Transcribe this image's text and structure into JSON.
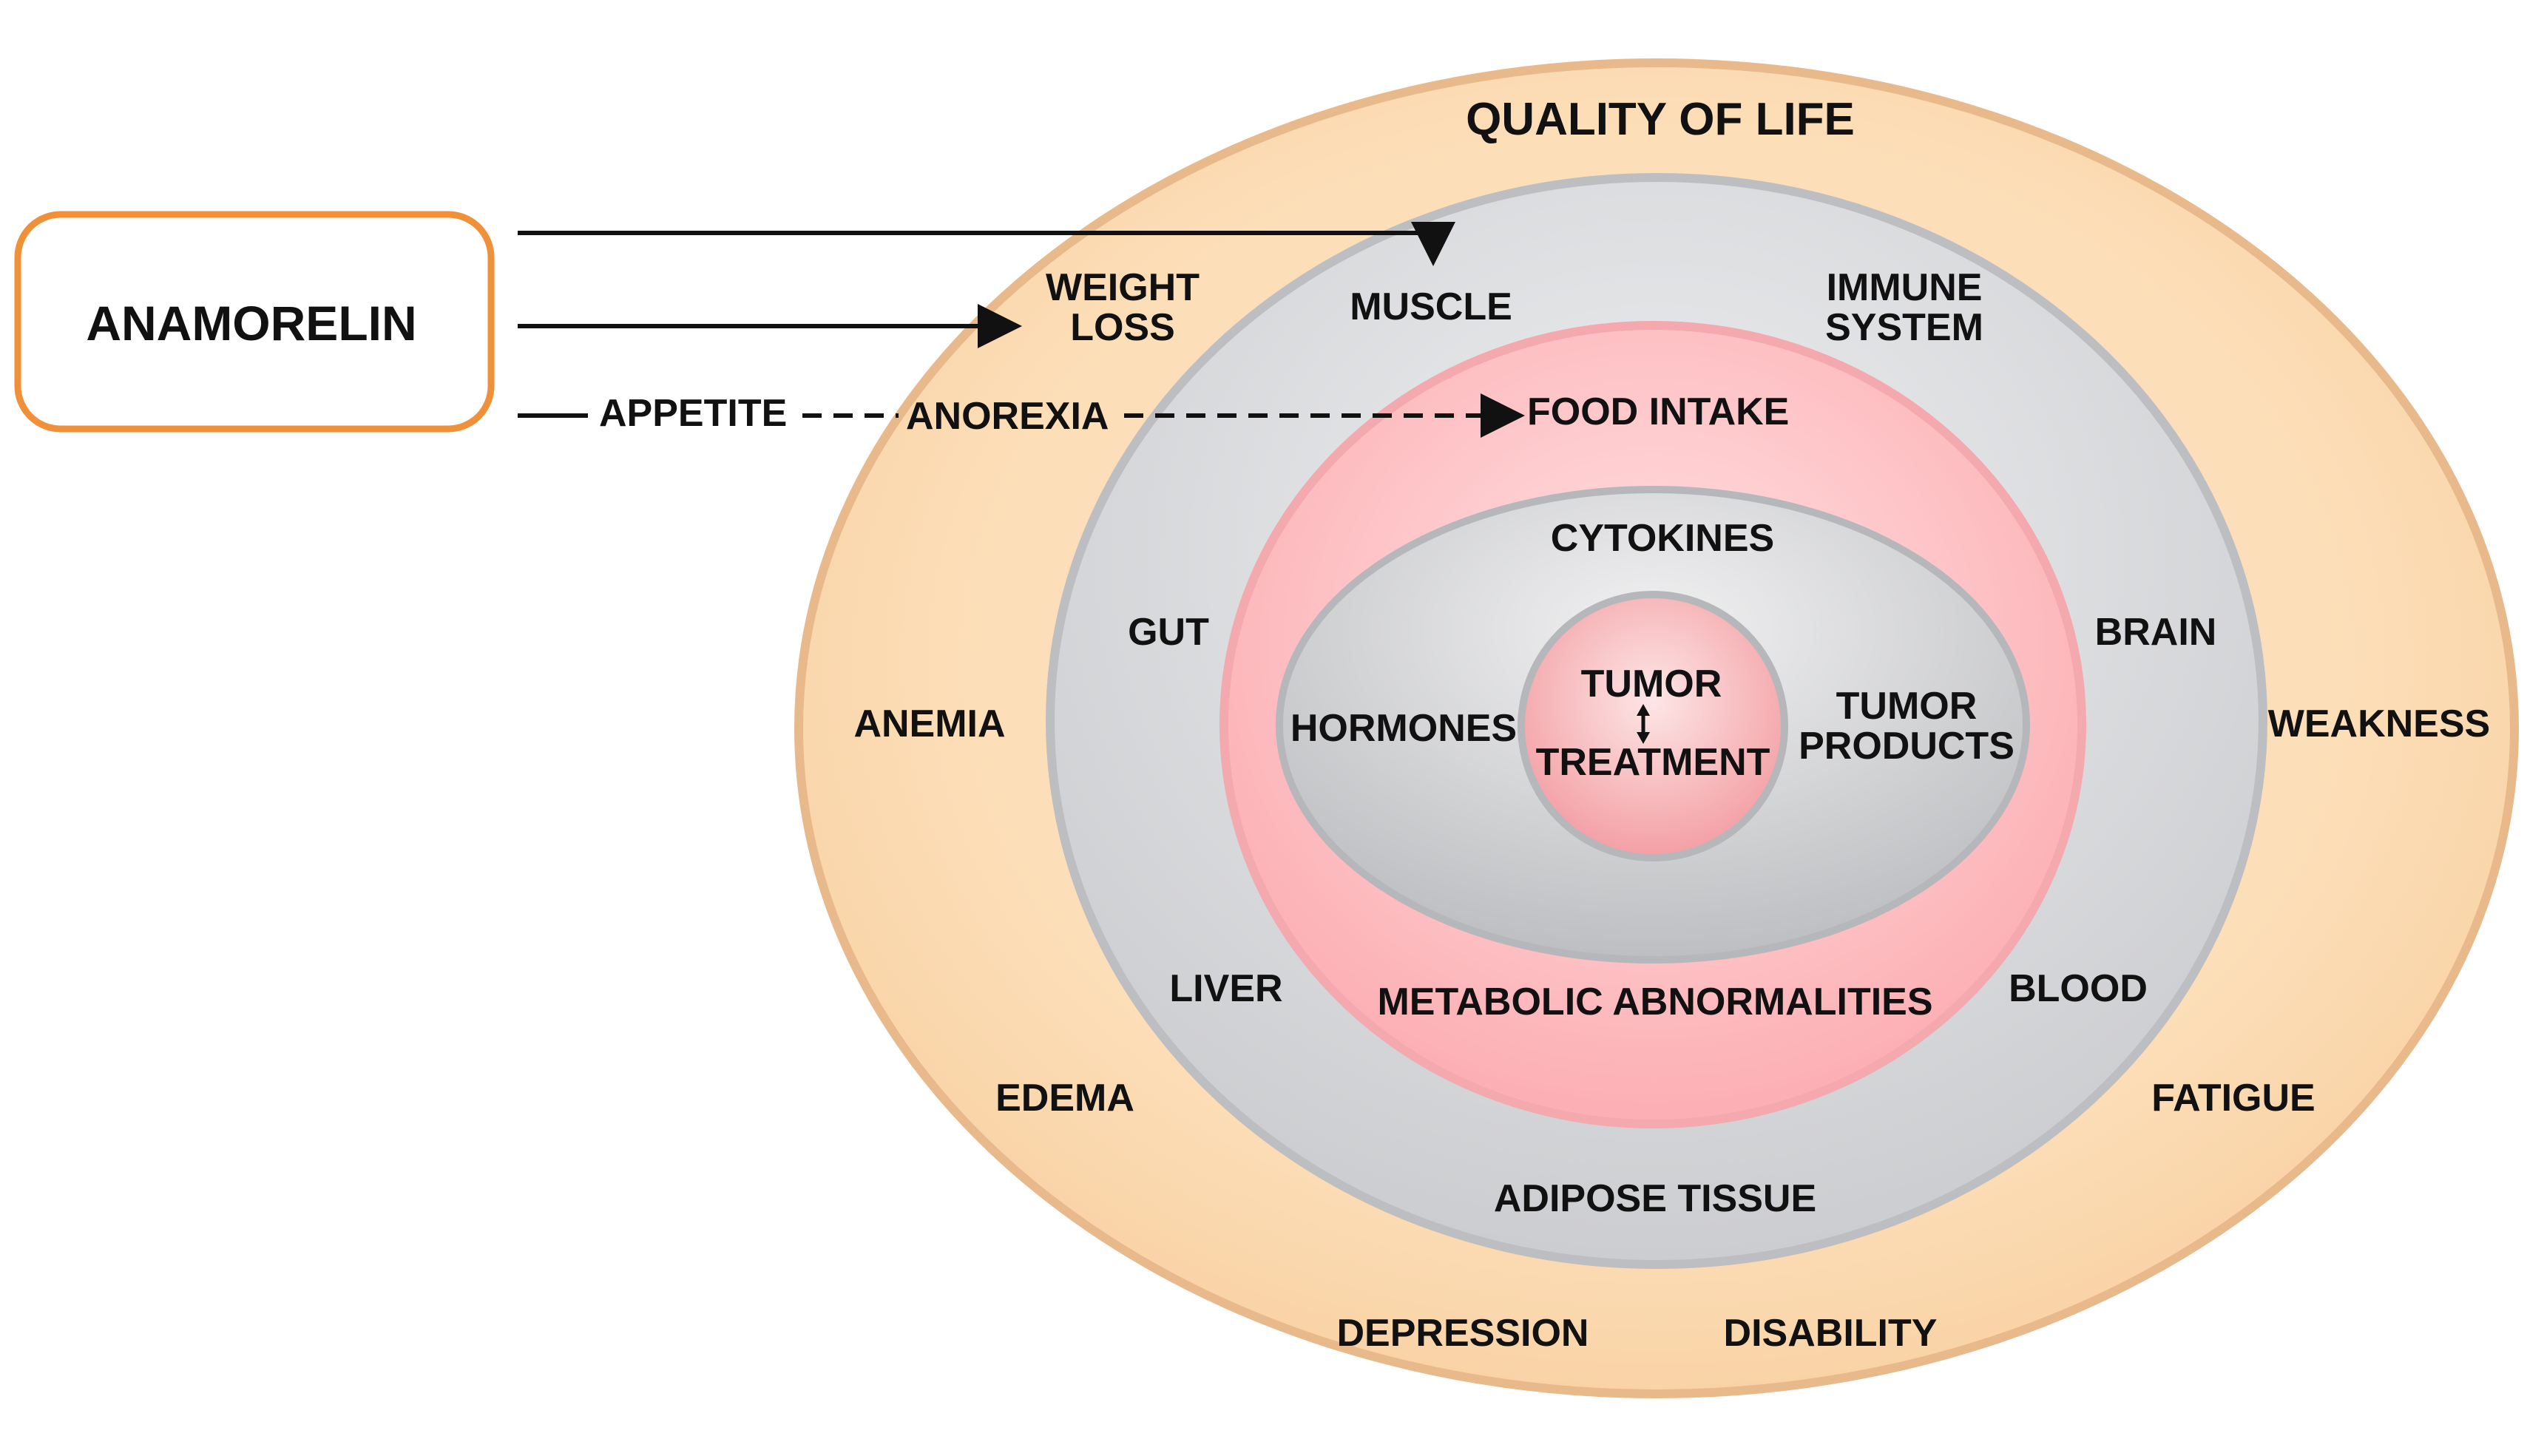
{
  "drug": {
    "name": "ANAMORELIN"
  },
  "arrows": {
    "appetite": "APPETITE",
    "anorexia": "ANOREXIA",
    "food_intake": "FOOD INTAKE"
  },
  "outer_ring": {
    "title": "QUALITY OF LIFE",
    "items": {
      "anemia": "ANEMIA",
      "weakness": "WEAKNESS",
      "edema": "EDEMA",
      "fatigue": "FATIGUE",
      "depression": "DEPRESSION",
      "disability": "DISABILITY"
    }
  },
  "second_ring": {
    "weight_loss_1": "WEIGHT",
    "weight_loss_2": "LOSS",
    "muscle": "MUSCLE",
    "immune_1": "IMMUNE",
    "immune_2": "SYSTEM",
    "gut": "GUT",
    "brain": "BRAIN",
    "liver": "LIVER",
    "blood": "BLOOD",
    "adipose": "ADIPOSE TISSUE"
  },
  "third_ring": {
    "metabolic": "METABOLIC ABNORMALITIES"
  },
  "fourth_ring": {
    "cytokines": "CYTOKINES",
    "hormones": "HORMONES",
    "tumor_products_1": "TUMOR",
    "tumor_products_2": "PRODUCTS"
  },
  "core": {
    "tumor": "TUMOR",
    "treatment": "TREATMENT"
  },
  "colors": {
    "drug_border": "#F0913A",
    "outer_fill": "#FBD9AE",
    "outer_stroke": "#E8B98A",
    "gray_fill": "#DCDDDF",
    "gray_stroke": "#BDBEC1",
    "pink_fill": "#FDBFC2",
    "pink_stroke": "#F3A9AE"
  }
}
